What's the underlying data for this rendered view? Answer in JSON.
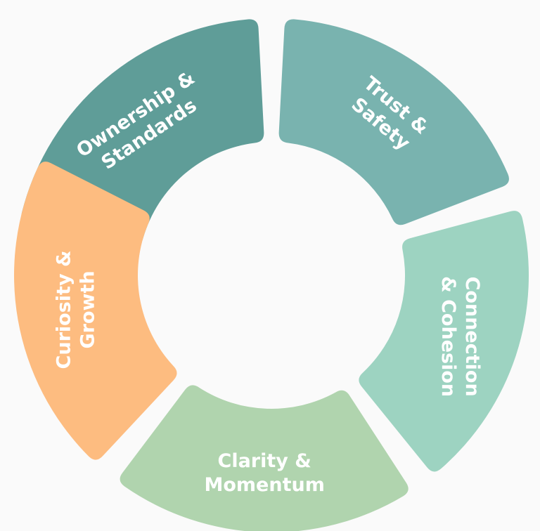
{
  "segments": [
    {
      "lines": [
        "Ownership &",
        "Standards"
      ],
      "color": "#5f9d98"
    },
    {
      "lines": [
        "Trust &",
        "Safety"
      ],
      "color": "#79b3af"
    },
    {
      "lines": [
        "Connection",
        "& Cohesion"
      ],
      "color": "#9dd3c1"
    },
    {
      "lines": [
        "Clarity &",
        "Momentum"
      ],
      "color": "#b0d4ae"
    },
    {
      "lines": [
        "Curiosity &",
        "Growth"
      ],
      "color": "#fdbc80"
    }
  ]
}
